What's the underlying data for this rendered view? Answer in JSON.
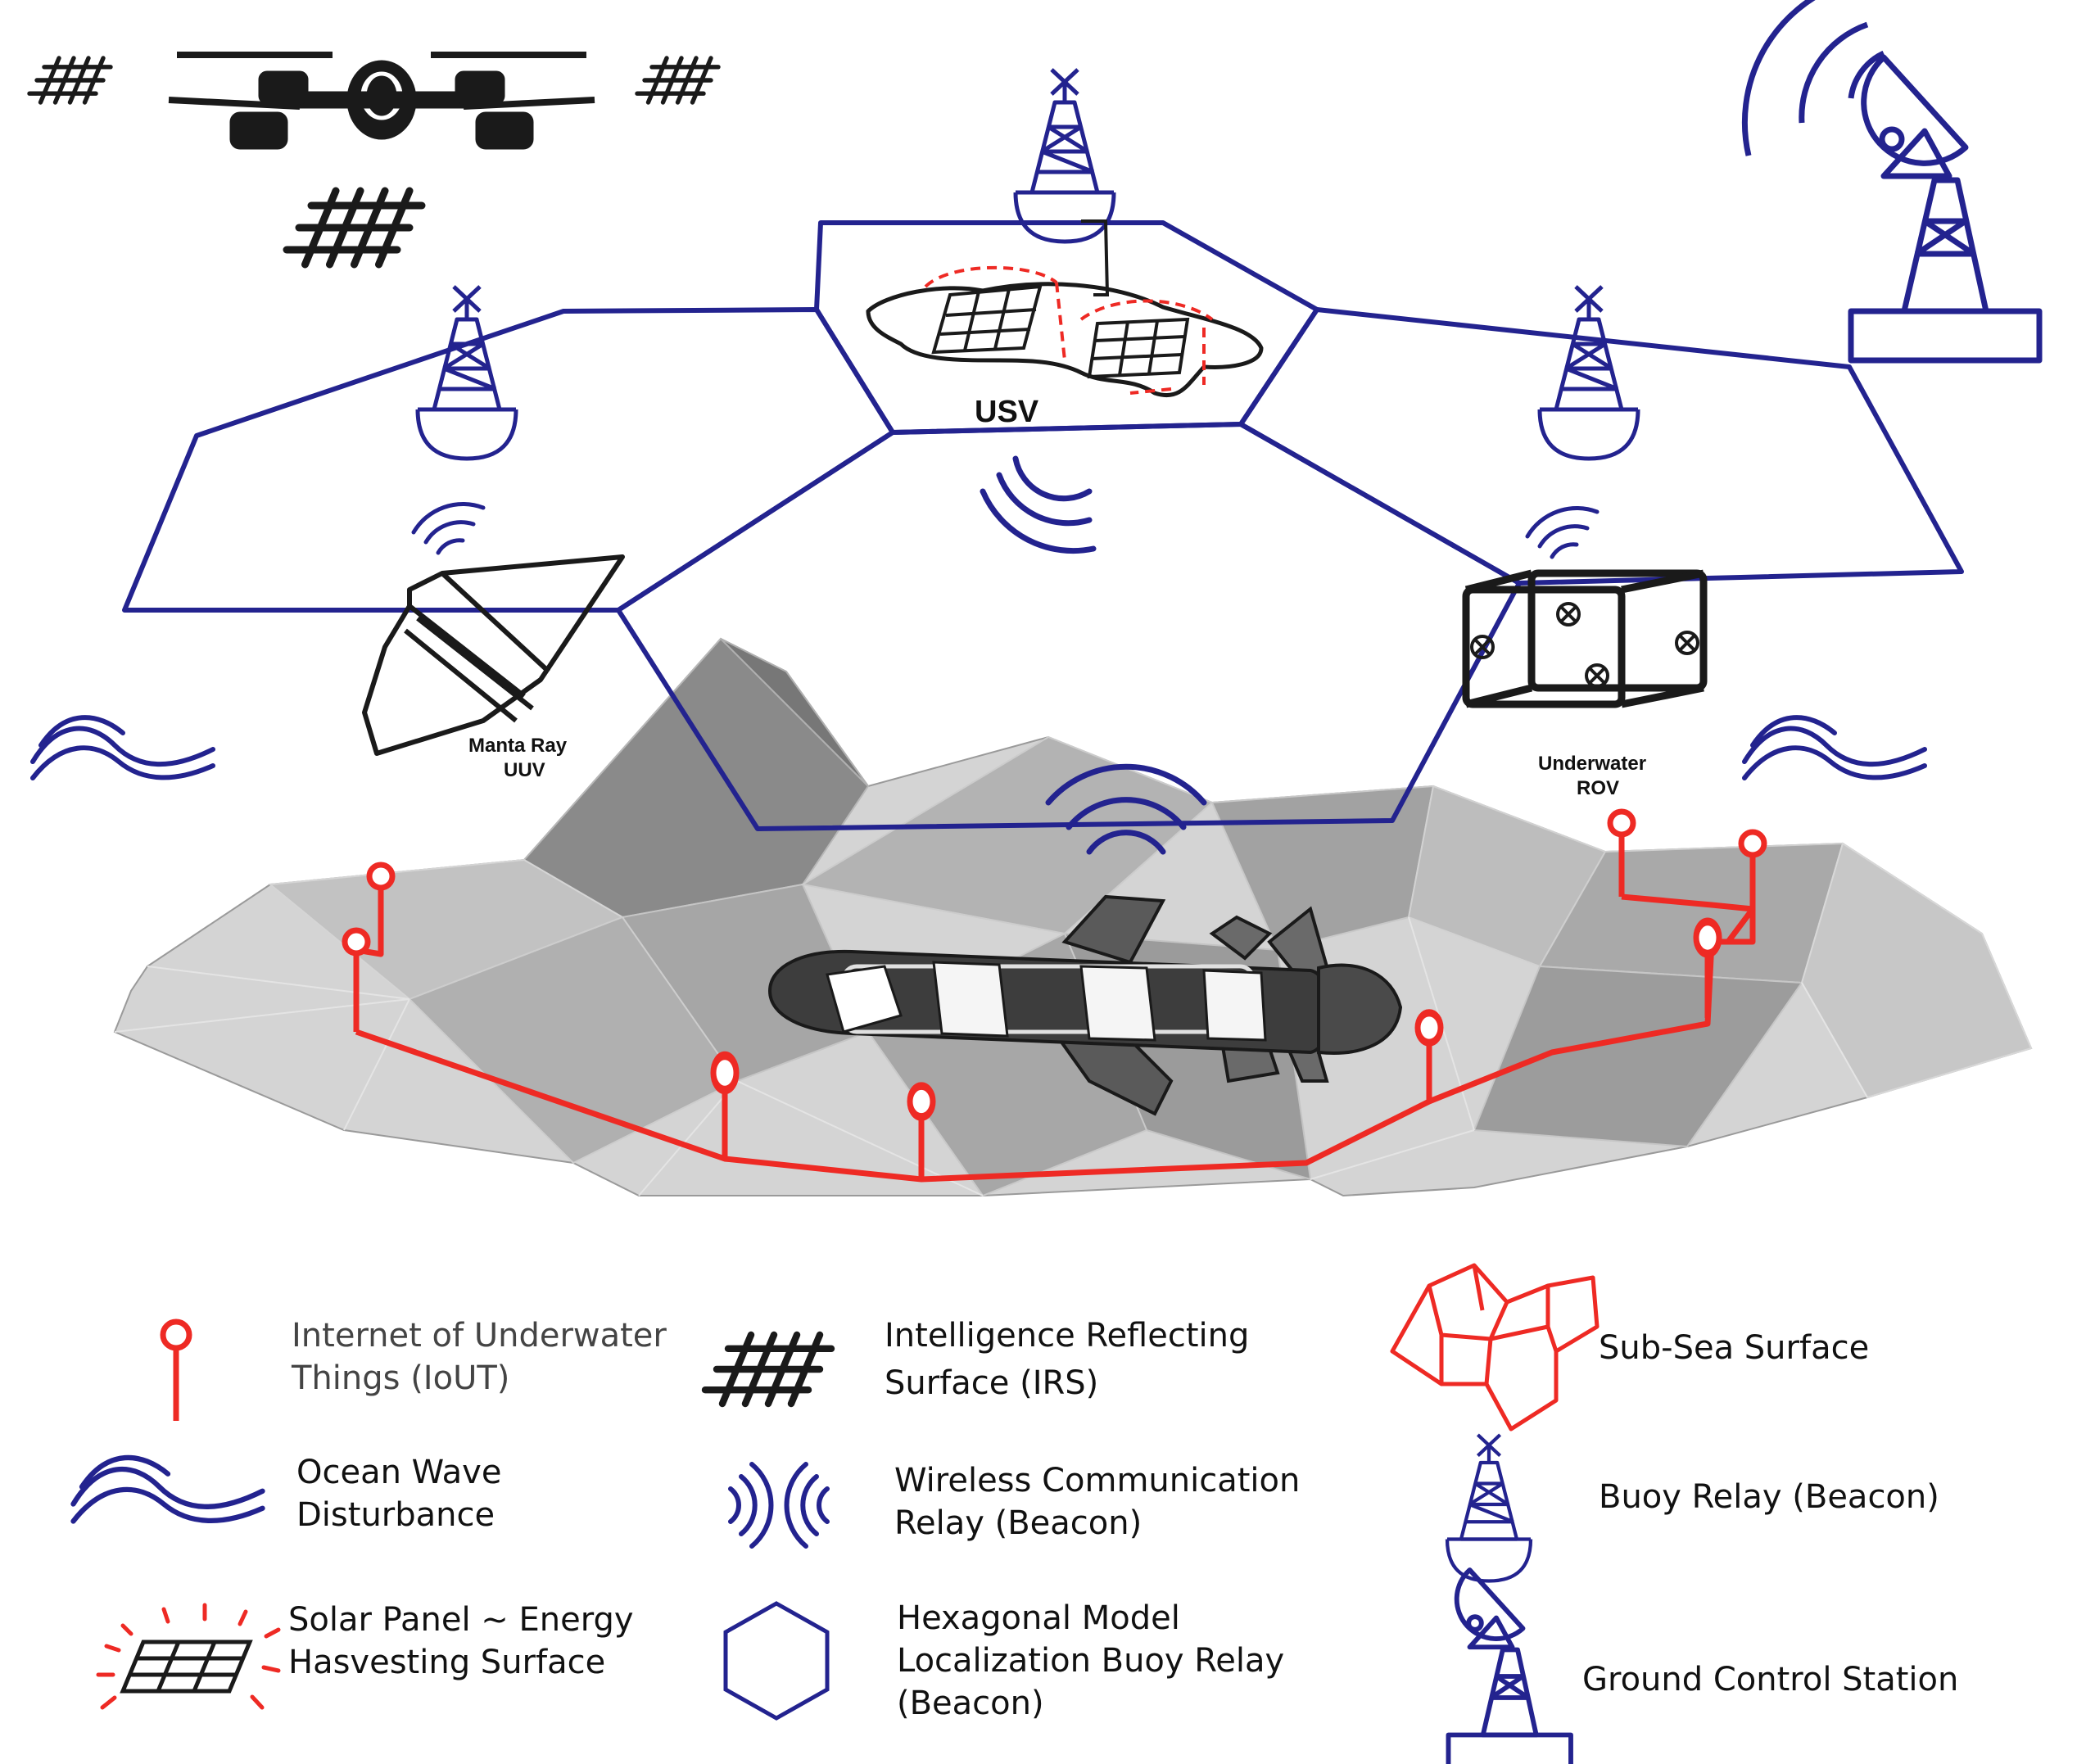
{
  "labels": {
    "usv": "USV",
    "manta_line1": "Manta Ray",
    "manta_line2": "UUV",
    "rov_line1": "Underwater",
    "rov_line2": "ROV"
  },
  "legend": {
    "iout_line1": "Internet of Underwater",
    "iout_line2": "Things (IoUT)",
    "irs_line1": "Intelligence Reflecting",
    "irs_line2": "Surface (IRS)",
    "subsea": "Sub-Sea Surface",
    "wave_line1": "Ocean Wave",
    "wave_line2": "Disturbance",
    "wireless_line1": "Wireless Communication",
    "wireless_line2": "Relay (Beacon)",
    "buoy": "Buoy Relay (Beacon)",
    "solar_line1": "Solar Panel ~ Energy",
    "solar_line2": "Hasvesting Surface",
    "hex_line1": "Hexagonal Model",
    "hex_line2": "Localization Buoy Relay",
    "hex_line3": "(Beacon)",
    "gcs": "Ground Control Station"
  },
  "colors": {
    "navy": "#23238f",
    "red": "#ee2a24",
    "black": "#1a1a1a",
    "terrain_light": "#cfcfcf",
    "terrain_dark": "#8e8e8e"
  },
  "icons": [
    "drone-icon",
    "irs-grid-icon",
    "buoy-icon",
    "satellite-dish-icon",
    "usv-icon",
    "manta-ray-icon",
    "rov-icon",
    "auv-icon",
    "wave-icon",
    "wireless-signal-icon",
    "iout-node-icon",
    "solar-panel-icon",
    "hexagon-icon"
  ]
}
